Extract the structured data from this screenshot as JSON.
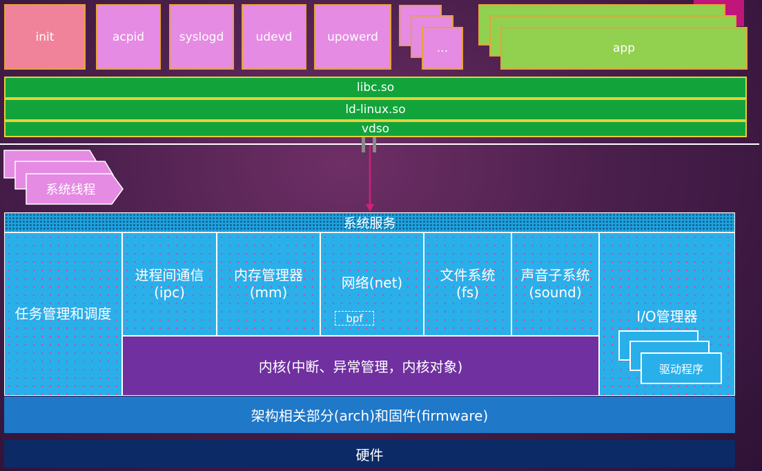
{
  "user_space": {
    "processes": [
      "init",
      "acpid",
      "syslogd",
      "udevd",
      "upowerd"
    ],
    "more_label": "...",
    "app_label": "app"
  },
  "libraries": [
    "libc.so",
    "ld-linux.so",
    "vdso"
  ],
  "kernel_threads_label": "系统线程",
  "system_services_label": "系统服务",
  "subsystems": {
    "task": "任务管理和调度",
    "ipc": "进程间通信(ipc)",
    "mm": "内存管理器(mm)",
    "net": "网络(net)",
    "bpf": "bpf",
    "fs": "文件系统(fs)",
    "sound": "声音子系统(sound)",
    "io": "I/O管理器",
    "driver": "驱动程序"
  },
  "kernel_core_label": "内核(中断、异常管理，内核对象)",
  "arch_label": "架构相关部分(arch)和固件(firmware)",
  "hardware_label": "硬件",
  "colors": {
    "background": "#4a1f4c",
    "user_process": "#e58be3",
    "init_process": "#f0839a",
    "app": "#92d050",
    "library": "#12a43a",
    "subsystem": "#29b0ea",
    "kernel_core": "#7030a0",
    "arch": "#1f78c8",
    "hardware": "#0c2a66",
    "syscall_arrow": "#d0207a"
  }
}
